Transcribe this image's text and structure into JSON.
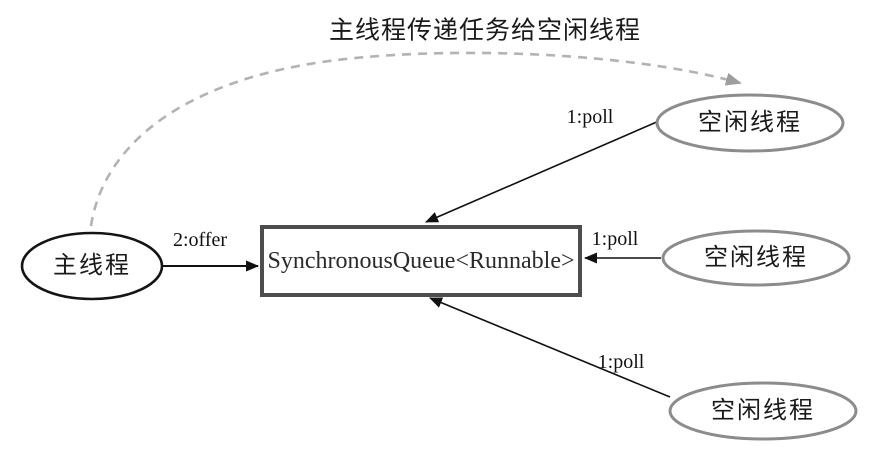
{
  "diagram": {
    "title": "主线程传递任务给空闲线程",
    "queue": {
      "label": "SynchronousQueue<Runnable>"
    },
    "nodes": {
      "main_thread": {
        "label": "主线程"
      },
      "idle_top": {
        "label": "空闲线程"
      },
      "idle_middle": {
        "label": "空闲线程"
      },
      "idle_bottom": {
        "label": "空闲线程"
      }
    },
    "edges": {
      "offer": {
        "label": "2:offer"
      },
      "poll_top": {
        "label": "1:poll"
      },
      "poll_middle": {
        "label": "1:poll"
      },
      "poll_bottom": {
        "label": "1:poll"
      }
    },
    "colors": {
      "arrow": "#111111",
      "main_border": "#141414",
      "idle_border": "#8c8c8c",
      "box_border": "#4d4d4d",
      "dashed_line": "#b3b3b3",
      "dashed_head": "#9e9e9e"
    }
  }
}
